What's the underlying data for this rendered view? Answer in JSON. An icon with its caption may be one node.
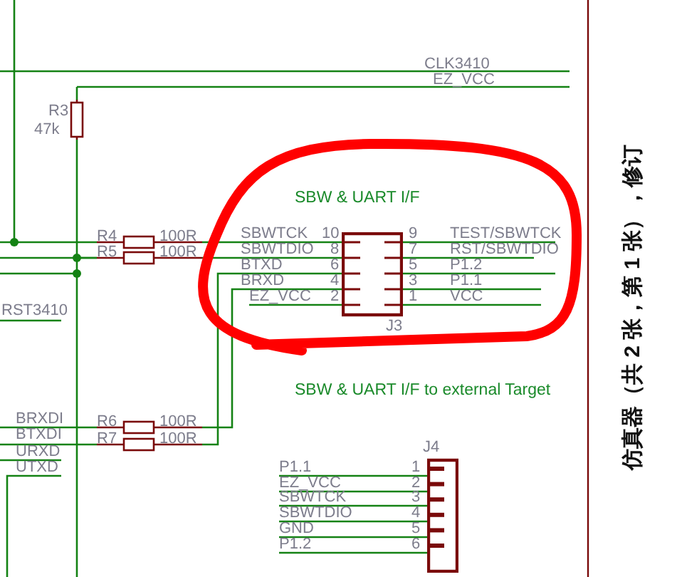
{
  "diagram": {
    "nodes": [
      {
        "text": [
          "R3",
          "47k"
        ]
      },
      {
        "text": [
          "R4",
          "100R"
        ]
      },
      {
        "text": [
          "R5",
          "100R"
        ]
      },
      {
        "text": [
          "J3"
        ]
      },
      {
        "text": [
          "R6",
          "100R"
        ]
      },
      {
        "text": [
          "R7",
          "100R"
        ]
      },
      {
        "text": [
          "J4"
        ]
      }
    ],
    "edges": [
      {
        "from": 0,
        "to": 2,
        "arrow": "none"
      },
      {
        "from": 1,
        "to": 3,
        "arrow": "none"
      },
      {
        "from": 2,
        "to": 3,
        "arrow": "none"
      },
      {
        "from": 5,
        "to": 3,
        "arrow": "none"
      },
      {
        "from": 4,
        "to": 3,
        "arrow": "none"
      }
    ],
    "labels": [
      "CLK3410",
      "EZ_VCC",
      "RST3410",
      "SBW & UART I/F",
      "SBWTCK",
      "10",
      "9",
      "TEST/SBWTCK",
      "SBWTDIO",
      "8",
      "7",
      "RST/SBWTDIO",
      "BTXD",
      "6",
      "5",
      "P1.2",
      "BRXD",
      "4",
      "3",
      "P1.1",
      "EZ_VCC",
      "2",
      "1",
      "VCC",
      "SBW & UART I/F to external Target",
      "BRXDI",
      "BTXDI",
      "URXD",
      "UTXD",
      "P1.1",
      "1",
      "EZ_VCC",
      "2",
      "SBWTCK",
      "3",
      "SBWTDIO",
      "4",
      "GND",
      "5",
      "P1.2",
      "6",
      "仿真器（共 2 张，第 1 张），修订"
    ]
  }
}
